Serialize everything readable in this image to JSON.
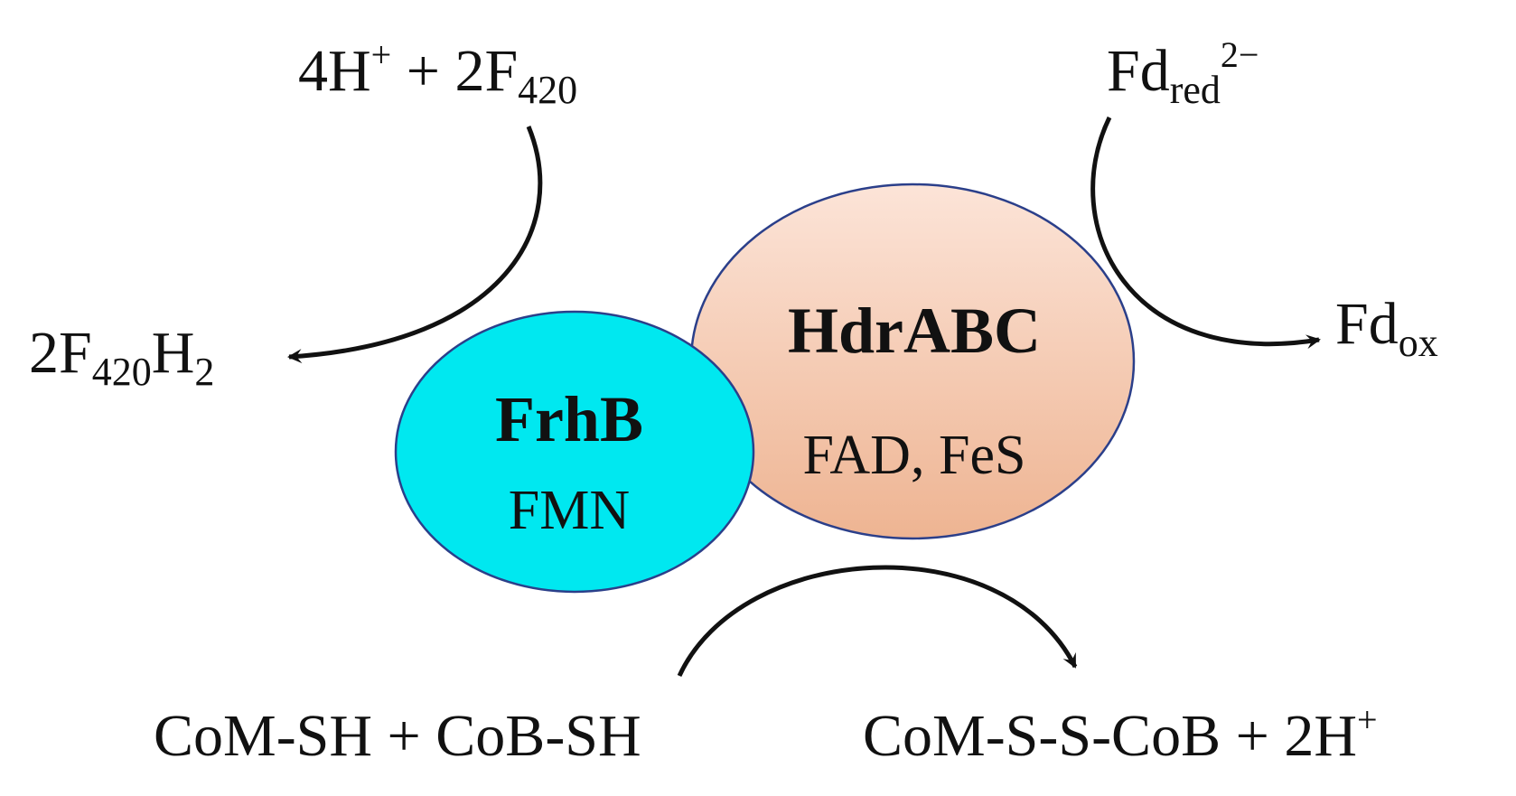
{
  "colors": {
    "frhb_fill": "#00e8f0",
    "hdr_fill_top": "#fce4d8",
    "hdr_fill_bottom": "#eeb492",
    "outline": "#2b3f8a",
    "arrow": "#111111"
  },
  "enzymes": {
    "frhb": {
      "name": "FrhB",
      "cofactor": "FMN"
    },
    "hdrabc": {
      "name": "HdrABC",
      "cofactor": "FAD, FeS"
    }
  },
  "species": {
    "f420_in": {
      "base": "4H",
      "sup": "+",
      "mid": " + 2F",
      "sub": "420"
    },
    "f420h2_out": {
      "base": "2F",
      "sub": "420",
      "mid": "H",
      "sub2": "2"
    },
    "fd_red": {
      "base": "Fd",
      "sub": "red",
      "sup": "2−"
    },
    "fd_ox": {
      "base": "Fd",
      "sub": "ox"
    },
    "thiols": {
      "text": "CoM-SH + CoB-SH"
    },
    "heterodisulfide": {
      "text": "CoM-S-S-CoB + 2H",
      "sup": "+"
    }
  },
  "arrows": [
    {
      "name": "f420-reduction-arrow",
      "from": "4H+ + 2F420",
      "to": "2F420H2"
    },
    {
      "name": "ferredoxin-oxidation-arrow",
      "from": "Fdred2−",
      "to": "Fdox"
    },
    {
      "name": "heterodisulfide-formation-arrow",
      "from": "CoM-SH + CoB-SH",
      "to": "CoM-S-S-CoB + 2H+"
    }
  ]
}
